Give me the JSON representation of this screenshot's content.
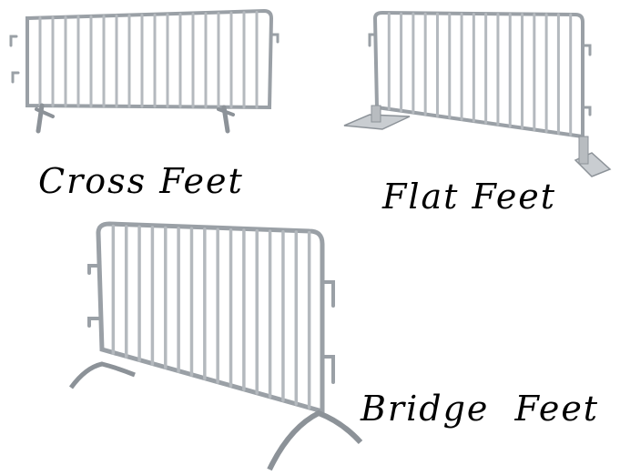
{
  "labels": {
    "cross": "Cross Feet",
    "flat": "Flat Feet",
    "bridge": "Bridge  Feet"
  },
  "colors": {
    "background": "#ffffff",
    "text": "#000000",
    "metal_light": "#d6d9dc",
    "metal_mid": "#a8adb2",
    "metal_dark": "#6f757b"
  }
}
